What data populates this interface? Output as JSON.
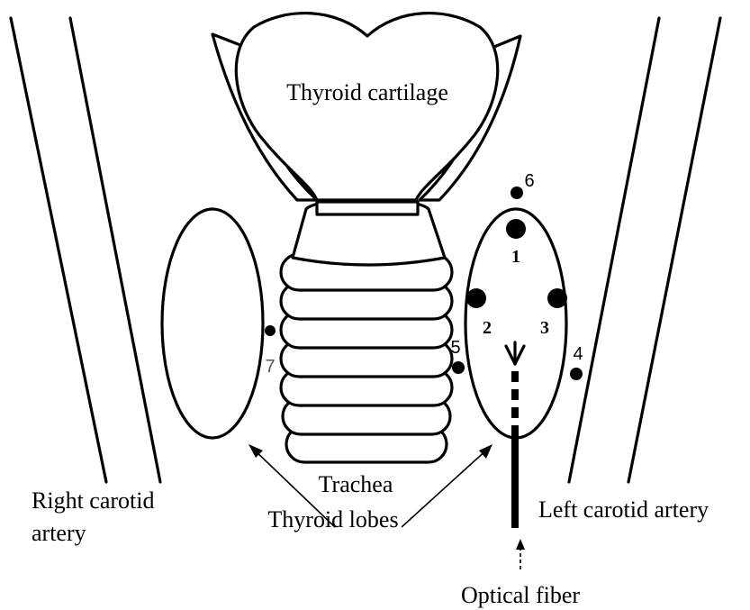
{
  "labels": {
    "thyroid_cartilage": "Thyroid cartilage",
    "trachea": "Trachea",
    "thyroid_lobes": "Thyroid lobes",
    "right_carotid_line1": "Right carotid",
    "right_carotid_line2": "artery",
    "left_carotid": "Left carotid artery",
    "optical_fiber": "Optical fiber"
  },
  "points": {
    "p1": "1",
    "p2": "2",
    "p3": "3",
    "p4": "4",
    "p5": "5",
    "p6": "6",
    "p7": "7"
  }
}
